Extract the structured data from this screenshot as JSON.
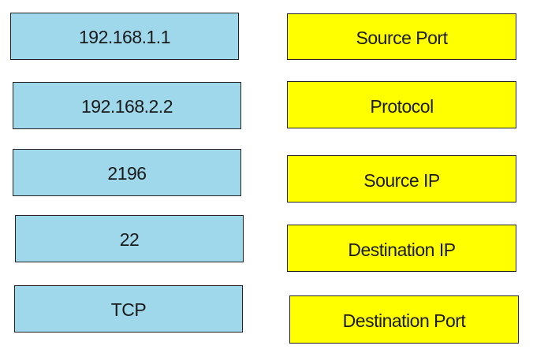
{
  "values": [
    {
      "label": "192.168.1.1"
    },
    {
      "label": "192.168.2.2"
    },
    {
      "label": "2196"
    },
    {
      "label": "22"
    },
    {
      "label": "TCP"
    }
  ],
  "targets": [
    {
      "label": "Source Port"
    },
    {
      "label": "Protocol"
    },
    {
      "label": "Source IP"
    },
    {
      "label": "Destination IP"
    },
    {
      "label": "Destination Port"
    }
  ],
  "colors": {
    "value_tile": "#9ed8ea",
    "target_tile": "#ffff00",
    "border": "#222222"
  }
}
